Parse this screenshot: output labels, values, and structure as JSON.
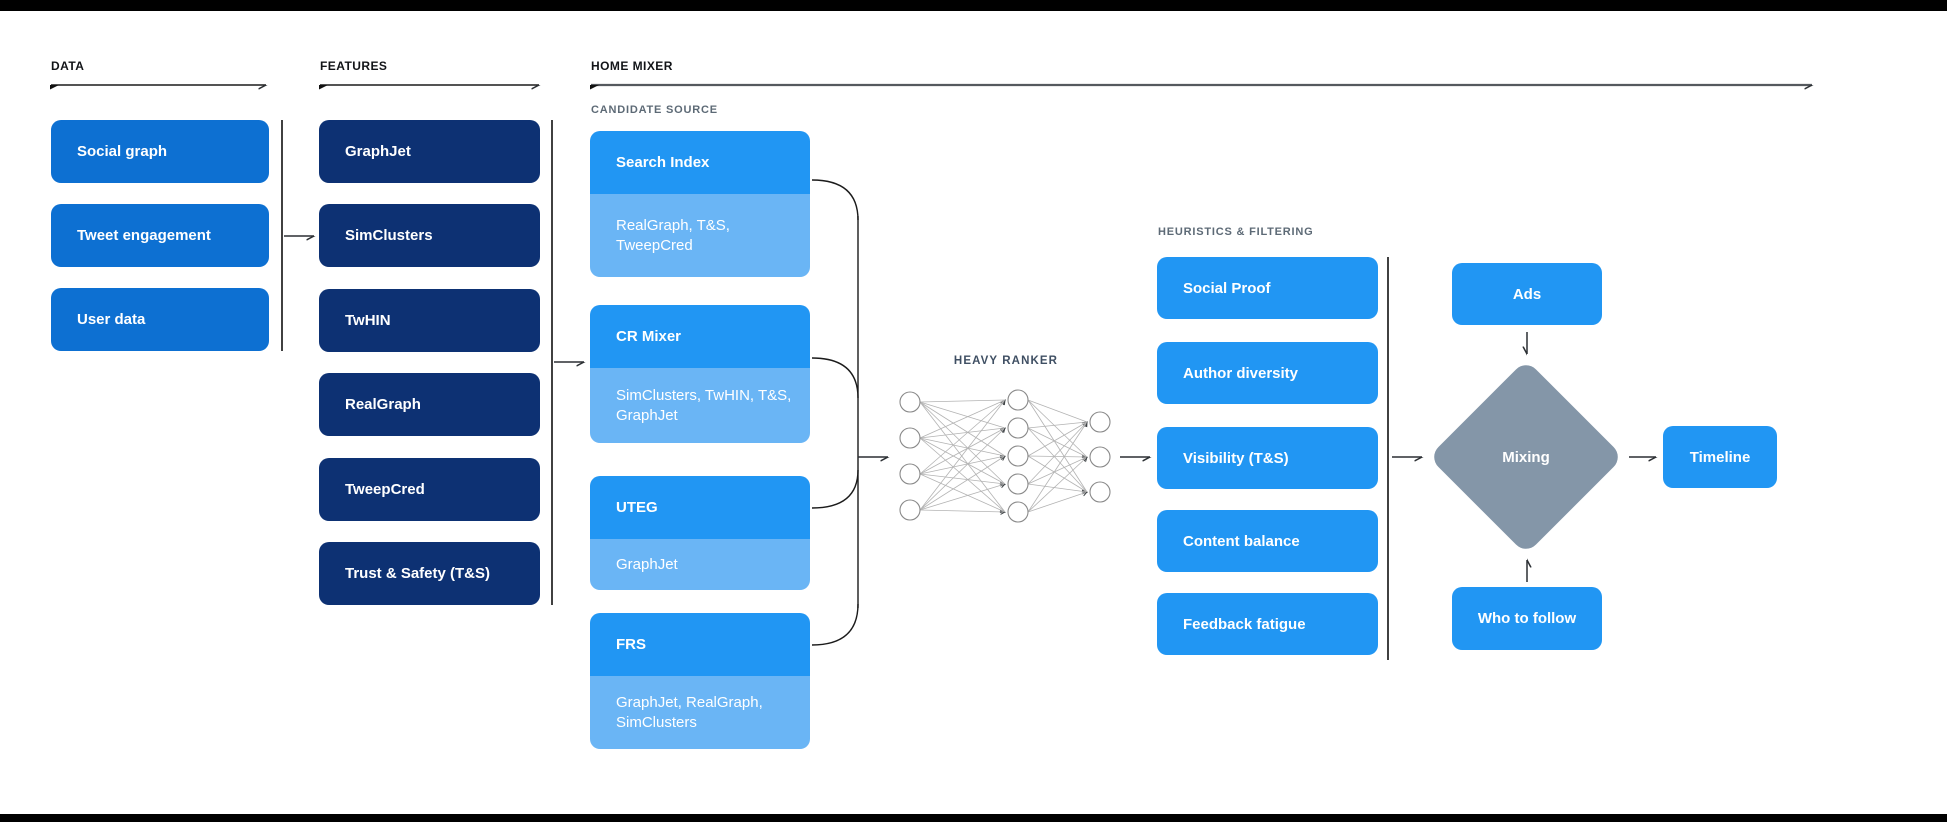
{
  "sections": {
    "data": {
      "title": "DATA",
      "items": [
        "Social graph",
        "Tweet engagement",
        "User data"
      ]
    },
    "features": {
      "title": "FEATURES",
      "items": [
        "GraphJet",
        "SimClusters",
        "TwHIN",
        "RealGraph",
        "TweepCred",
        "Trust & Safety (T&S)"
      ]
    },
    "home_mixer": {
      "title": "HOME MIXER",
      "candidate_source": {
        "title": "CANDIDATE SOURCE",
        "items": [
          {
            "name": "Search Index",
            "features": "RealGraph, T&S, TweepCred"
          },
          {
            "name": "CR Mixer",
            "features": "SimClusters, TwHIN, T&S, GraphJet"
          },
          {
            "name": "UTEG",
            "features": "GraphJet"
          },
          {
            "name": "FRS",
            "features": "GraphJet, RealGraph, SimClusters"
          }
        ]
      },
      "heavy_ranker": {
        "title": "HEAVY RANKER",
        "layers": {
          "input": 4,
          "hidden": 5,
          "output": 3
        }
      },
      "heuristics_filtering": {
        "title": "HEURISTICS & FILTERING",
        "items": [
          "Social Proof",
          "Author diversity",
          "Visibility (T&S)",
          "Content balance",
          "Feedback fatigue"
        ]
      },
      "mixing": {
        "label": "Mixing",
        "ads_label": "Ads",
        "who_to_follow_label": "Who to follow",
        "timeline_label": "Timeline"
      }
    }
  },
  "colors": {
    "data_box": "#0d70d2",
    "features_box": "#0d3173",
    "candidate_header_box": "#2196f3",
    "candidate_sub_box": "#6ab5f5",
    "filter_box": "#2196f3",
    "mixing_diamond": "#8496a8",
    "box_text": "#ffffff",
    "section_header_text": "#121418",
    "sub_header_text": "#5d6a76",
    "heavy_ranker_text": "#3f4f63"
  }
}
